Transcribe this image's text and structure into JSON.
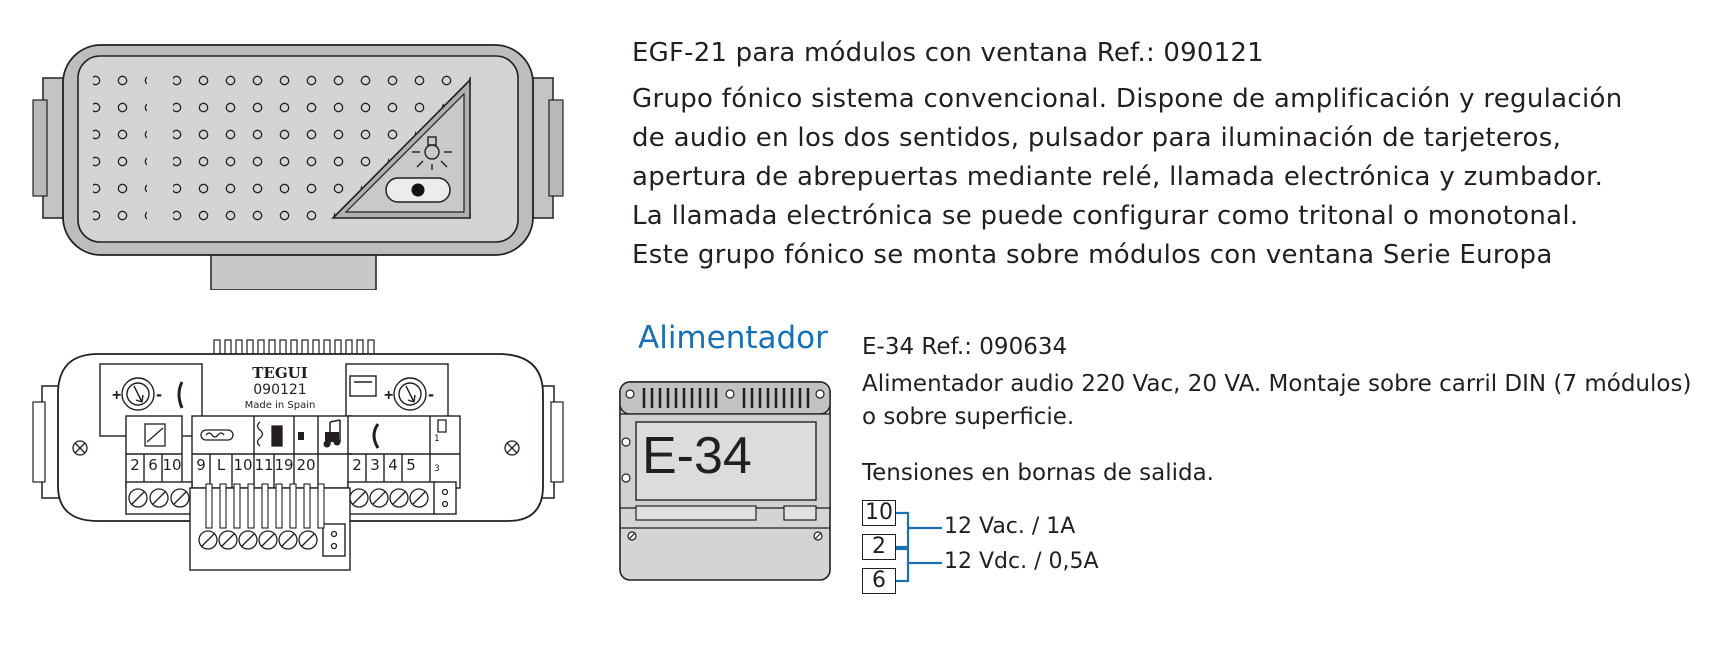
{
  "egf21": {
    "title": "EGF-21 para módulos con ventana Ref.: 090121",
    "description_lines": [
      "Grupo fónico sistema convencional. Dispone de amplificación y regulación",
      "de audio en los dos sentidos, pulsador para iluminación de tarjeteros,",
      "apertura de abrepuertas mediante relé, llamada electrónica y zumbador.",
      "La llamada electrónica se puede configurar como tritonal o monotonal.",
      "Este grupo fónico se monta sobre módulos con ventana Serie Europa"
    ]
  },
  "module_back": {
    "brand": "TEGUI",
    "ref": "090121",
    "made_in": "Made in Spain",
    "terminals_left": [
      "2",
      "6",
      "10"
    ],
    "terminals_mid": [
      "9",
      "L",
      "10",
      "11",
      "19",
      "20"
    ],
    "terminals_right": [
      "2",
      "3",
      "4",
      "5"
    ],
    "selector_1": "1",
    "selector_3": "3"
  },
  "alimentador": {
    "heading": "Alimentador",
    "title": "E-34 Ref.: 090634",
    "description_lines": [
      "Alimentador audio 220 Vac, 20 VA. Montaje sobre carril DIN (7 módulos)",
      "o sobre superficie."
    ],
    "display_label": "E-34",
    "outputs_heading": "Tensiones en bornas de salida.",
    "terminals": [
      "10",
      "2",
      "6"
    ],
    "outputs": [
      "12 Vac. / 1A",
      "12 Vdc. / 0,5A"
    ],
    "connector_color": "#1a6fb5"
  }
}
